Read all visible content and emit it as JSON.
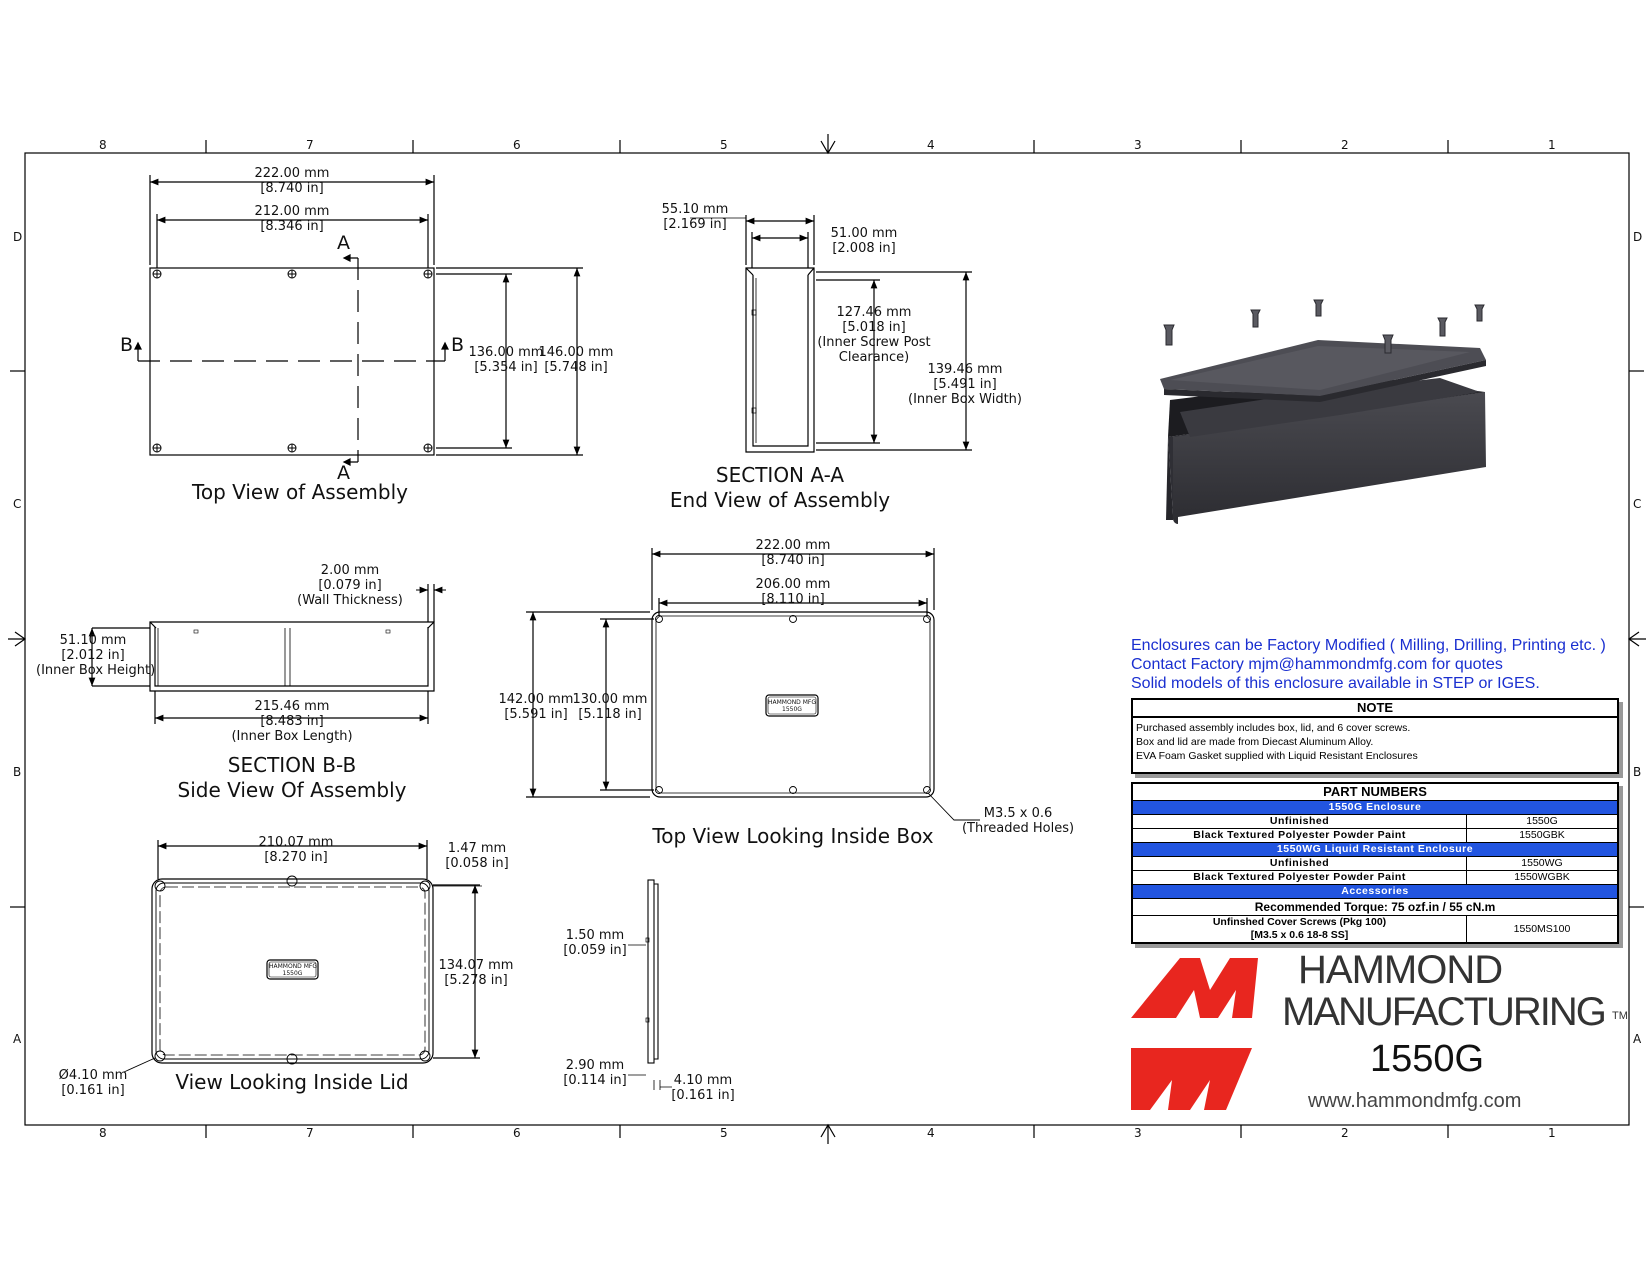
{
  "border_zones": {
    "columns": [
      "8",
      "7",
      "6",
      "5",
      "4",
      "3",
      "2",
      "1"
    ],
    "rows": [
      "D",
      "C",
      "B",
      "A"
    ]
  },
  "top_view": {
    "title": "Top View of Assembly",
    "width_outer": [
      "222.00 mm",
      "[8.740 in]"
    ],
    "width_inner": [
      "212.00 mm",
      "[8.346 in]"
    ],
    "height_inner": [
      "136.00 mm",
      "[5.354 in]"
    ],
    "height_outer": [
      "146.00 mm",
      "[5.748 in]"
    ],
    "section_a": "A",
    "section_b": "B"
  },
  "section_aa": {
    "title": [
      "SECTION A-A",
      "End View of Assembly"
    ],
    "outer_height": [
      "55.10 mm",
      "[2.169 in]"
    ],
    "inner_height": [
      "51.00 mm",
      "[2.008 in]"
    ],
    "screw_post": [
      "127.46 mm",
      "[5.018 in]",
      "(Inner Screw Post",
      "Clearance)"
    ],
    "inner_width": [
      "139.46 mm",
      "[5.491 in]",
      "(Inner Box Width)"
    ]
  },
  "section_bb": {
    "title": [
      "SECTION B-B",
      "Side View Of Assembly"
    ],
    "wall": [
      "2.00 mm",
      "[0.079 in]",
      "(Wall Thickness)"
    ],
    "inner_height": [
      "51.10 mm",
      "[2.012 in]",
      "(Inner Box Height)"
    ],
    "inner_length": [
      "215.46 mm",
      "[8.483 in]",
      "(Inner Box Length)"
    ]
  },
  "inside_box": {
    "title": "Top View Looking Inside Box",
    "width_outer": [
      "222.00 mm",
      "[8.740 in]"
    ],
    "width_inner": [
      "206.00 mm",
      "[8.110 in]"
    ],
    "height_outer": [
      "142.00 mm",
      "[5.591 in]"
    ],
    "height_inner": [
      "130.00 mm",
      "[5.118 in]"
    ],
    "threads": [
      "M3.5 x 0.6",
      "(Threaded Holes)"
    ]
  },
  "inside_lid": {
    "title": "View Looking Inside Lid",
    "width": [
      "210.07 mm",
      "[8.270 in]"
    ],
    "lip": [
      "1.47 mm",
      "[0.058 in]"
    ],
    "height": [
      "134.07 mm",
      "[5.278 in]"
    ],
    "hole": [
      "Ø4.10 mm",
      "[0.161 in]"
    ]
  },
  "lid_side": {
    "t1": [
      "1.50 mm",
      "[0.059 in]"
    ],
    "t2": [
      "2.90 mm",
      "[0.114 in]"
    ],
    "t3": [
      "4.10 mm",
      "[0.161 in]"
    ]
  },
  "info_lines": [
    "Enclosures can be Factory Modified ( Milling, Drilling, Printing etc. )",
    "Contact Factory mjm@hammondmfg.com for quotes",
    "Solid models of this enclosure available in STEP or IGES."
  ],
  "note": {
    "header": "NOTE",
    "lines": [
      "Purchased assembly includes box, lid, and 6 cover screws.",
      "Box and lid are made from Diecast Aluminum Alloy.",
      "EVA Foam Gasket supplied with Liquid Resistant Enclosures"
    ]
  },
  "parts": {
    "header": "PART NUMBERS",
    "group1": "1550G Enclosure",
    "g1_rows": [
      {
        "desc": "Unfinished",
        "pn": "1550G"
      },
      {
        "desc": "Black Textured Polyester Powder Paint",
        "pn": "1550GBK"
      }
    ],
    "group2": "1550WG Liquid Resistant Enclosure",
    "g2_rows": [
      {
        "desc": "Unfinished",
        "pn": "1550WG"
      },
      {
        "desc": "Black Textured Polyester Powder Paint",
        "pn": "1550WGBK"
      }
    ],
    "group3": "Accessories",
    "torque": "Recommended Torque: 75 ozf.in / 55 cN.m",
    "screws": {
      "desc1": "Unfinshed Cover Screws (Pkg 100)",
      "desc2": "[M3.5 x 0.6 18-8 SS]",
      "pn": "1550MS100"
    }
  },
  "logo": {
    "line1": "HAMMOND",
    "line2": "MANUFACTURING",
    "tm": "TM",
    "model": "1550G",
    "website": "www.hammondmfg.com",
    "brand_red": "#e8261f"
  },
  "plate_text": [
    "HAMMOND MFG",
    "1550G"
  ]
}
